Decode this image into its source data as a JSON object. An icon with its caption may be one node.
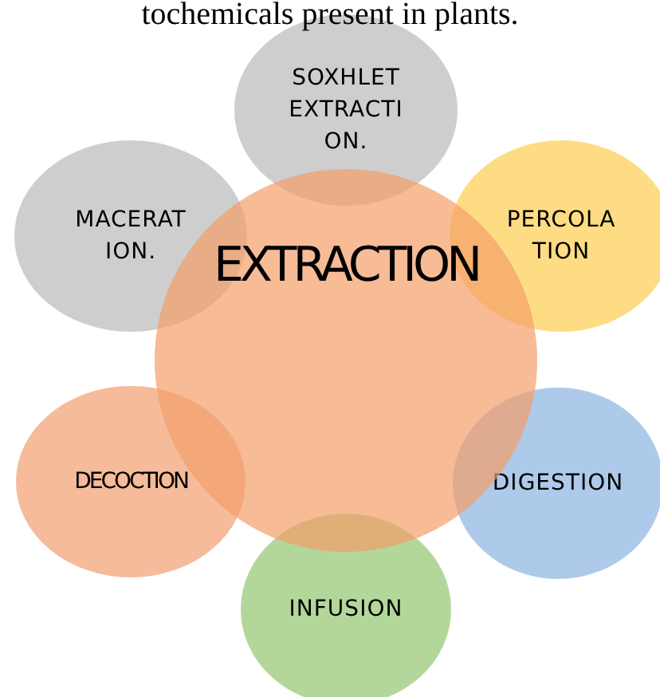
{
  "diagram": {
    "nodes": [
      {
        "text": [
          "SOXHLET EXTRACTI ON."
        ]
      },
      {
        "text": [
          "MACERAT ION."
        ]
      },
      {
        "text": [
          "PERCOLA TION"
        ]
      },
      {
        "text": [
          "EXTRACTION"
        ]
      },
      {
        "text": [
          "DECOCTION"
        ]
      },
      {
        "text": [
          "DIGESTION"
        ]
      },
      {
        "text": [
          "INFUSION"
        ]
      }
    ],
    "labels": [
      "tochemicals present in plants."
    ]
  }
}
